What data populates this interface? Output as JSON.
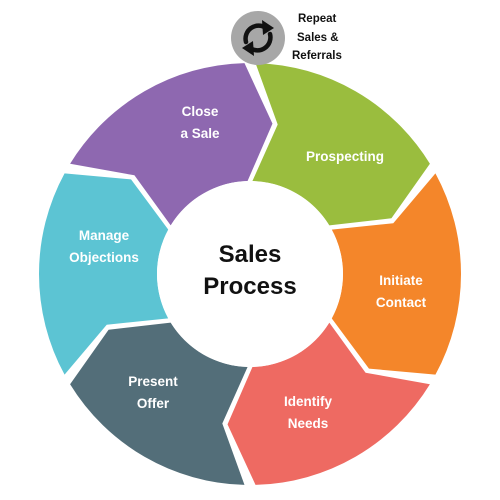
{
  "center": {
    "line1": "Sales",
    "line2": "Process"
  },
  "repeat": {
    "line1": "Repeat",
    "line2": "Sales &",
    "line3": "Referrals",
    "icon": "refresh-icon"
  },
  "stages": [
    {
      "key": "prospecting",
      "line1": "Prospecting",
      "line2": "",
      "color": "#8e68b0"
    },
    {
      "key": "initiate-contact",
      "line1": "Initiate",
      "line2": "Contact",
      "color": "#9abd3e"
    },
    {
      "key": "identify-needs",
      "line1": "Identify",
      "line2": "Needs",
      "color": "#f4862a"
    },
    {
      "key": "present-offer",
      "line1": "Present",
      "line2": "Offer",
      "color": "#ee6a62"
    },
    {
      "key": "manage-objections",
      "line1": "Manage",
      "line2": "Objections",
      "color": "#536e79"
    },
    {
      "key": "close-a-sale",
      "line1": "Close",
      "line2": "a Sale",
      "color": "#5cc4d3"
    }
  ]
}
